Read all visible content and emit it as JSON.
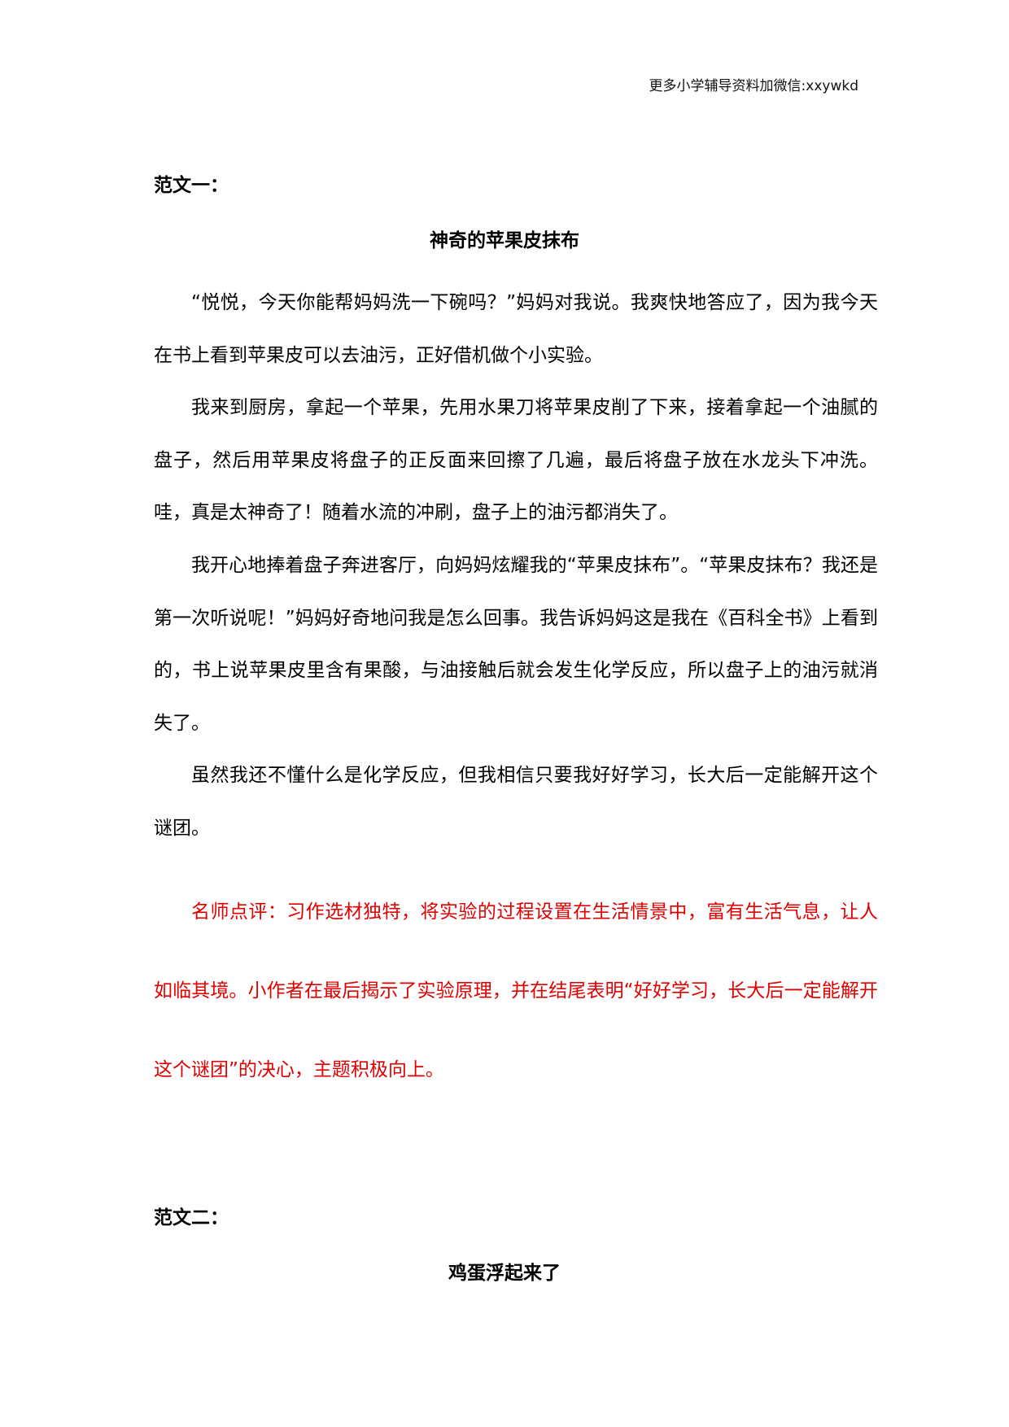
{
  "header": {
    "note": "更多小学辅导资料加微信:xxywkd"
  },
  "essay1": {
    "label": "范文一：",
    "title": "神奇的苹果皮抹布",
    "paragraphs": [
      "“悦悦，今天你能帮妈妈洗一下碗吗？”妈妈对我说。我爽快地答应了，因为我今天在书上看到苹果皮可以去油污，正好借机做个小实验。",
      "我来到厨房，拿起一个苹果，先用水果刀将苹果皮削了下来，接着拿起一个油腻的盘子，然后用苹果皮将盘子的正反面来回擦了几遍，最后将盘子放在水龙头下冲洗。哇，真是太神奇了！随着水流的冲刷，盘子上的油污都消失了。",
      "我开心地捧着盘子奔进客厅，向妈妈炫耀我的“苹果皮抹布”。“苹果皮抹布？我还是第一次听说呢！”妈妈好奇地问我是怎么回事。我告诉妈妈这是我在《百科全书》上看到的，书上说苹果皮里含有果酸，与油接触后就会发生化学反应，所以盘子上的油污就消失了。",
      "虽然我还不懂什么是化学反应，但我相信只要我好好学习，长大后一定能解开这个谜团。"
    ],
    "comment": "名师点评：习作选材独特，将实验的过程设置在生活情景中，富有生活气息，让人如临其境。小作者在最后揭示了实验原理，并在结尾表明“好好学习，长大后一定能解开这个谜团”的决心，主题积极向上。"
  },
  "essay2": {
    "label": "范文二：",
    "title": "鸡蛋浮起来了"
  },
  "colors": {
    "text": "#000000",
    "comment": "#e00000",
    "background": "#ffffff"
  }
}
